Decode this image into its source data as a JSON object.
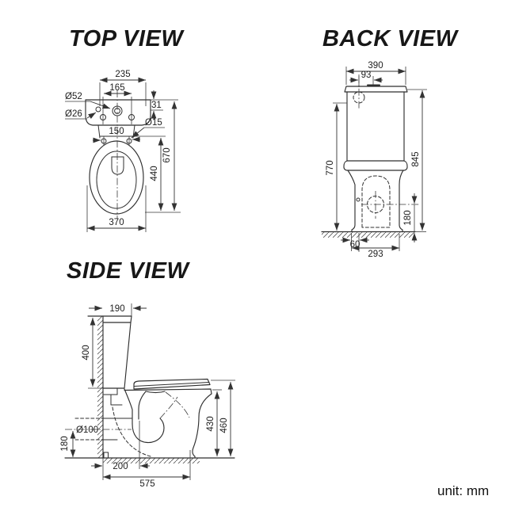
{
  "unit_note": "unit: mm",
  "views": {
    "top": {
      "title": "TOP VIEW",
      "dims": {
        "back_width": "235",
        "hole_span": "165",
        "lip_offset": "31",
        "valve_hole_dia": "Ø52",
        "side_hole_dia": "Ø26",
        "seat_hole_dia": "Ø15",
        "seat_hole_span": "150",
        "bowl_length": "440",
        "total_length": "670",
        "bowl_width": "370"
      }
    },
    "back": {
      "title": "BACK VIEW",
      "dims": {
        "tank_width": "390",
        "inlet_offset": "93",
        "tank_top_height": "770",
        "total_height": "845",
        "outlet_height": "180",
        "base_offset": "60",
        "base_width": "293"
      }
    },
    "side": {
      "title": "SIDE VIEW",
      "dims": {
        "tank_depth": "190",
        "tank_height": "400",
        "outlet_dia": "Ø100",
        "outlet_height": "180",
        "rim_height": "430",
        "seat_height": "460",
        "trap_distance": "200",
        "total_depth": "575"
      }
    }
  }
}
